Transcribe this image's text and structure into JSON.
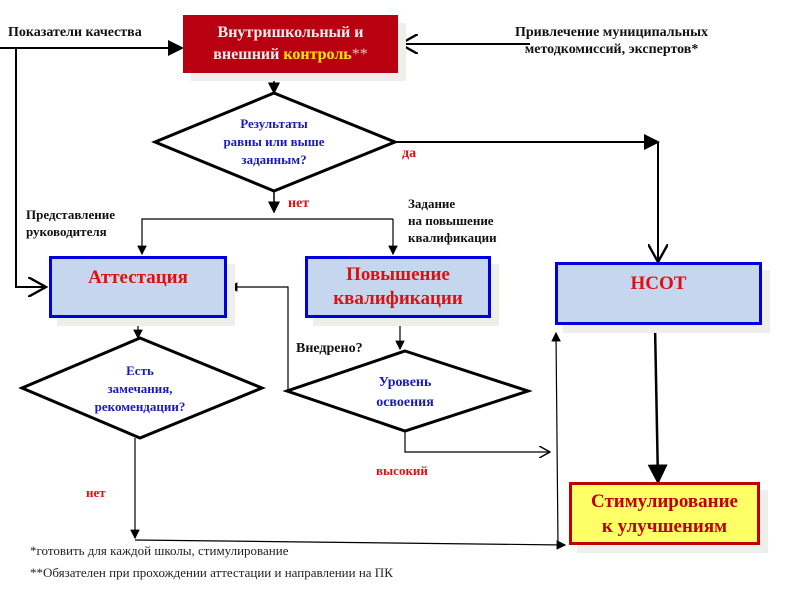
{
  "colors": {
    "control_box_bg": "#b80011",
    "control_highlight": "#ffee00",
    "blue_box_bg": "#c5d6ee",
    "blue_box_border": "#0000dd",
    "red_text": "#dd1111",
    "diamond_text": "#1a1ab8",
    "stim_box_bg": "#ffff66",
    "stim_box_border": "#c00000"
  },
  "labels": {
    "quality_indicators": "Показатели качества",
    "municipal_line1": "Привлечение муниципальных",
    "municipal_line2": "методкомиссий, экспертов*",
    "manager_line1": "Представление",
    "manager_line2": "руководителя",
    "task_line1": "Задание",
    "task_line2": "на повышение",
    "task_line3": "квалификации",
    "implemented": "Внедрено?",
    "yes": "да",
    "no_top": "нет",
    "no_bottom": "нет",
    "high": "высокий"
  },
  "boxes": {
    "control_line1": "Внутришкольный и",
    "control_line2_a": "внешний ",
    "control_line2_b": "контроль",
    "control_line2_c": "**",
    "attestation": "Аттестация",
    "qualification_line1": "Повышение",
    "qualification_line2": "квалификации",
    "nsot": "НСОТ",
    "stimulation_line1": "Стимулирование",
    "stimulation_line2": "к улучшениям"
  },
  "diamonds": {
    "results_line1": "Результаты",
    "results_line2": "равны или выше",
    "results_line3": "заданным?",
    "remarks_line1": "Есть",
    "remarks_line2": "замечания,",
    "remarks_line3": "рекомендации?",
    "level_line1": "Уровень",
    "level_line2": "освоения"
  },
  "footnotes": {
    "note1": "*готовить для каждой школы, стимулирование",
    "note2": "**Обязателен при прохождении аттестации и направлении на ПК"
  }
}
